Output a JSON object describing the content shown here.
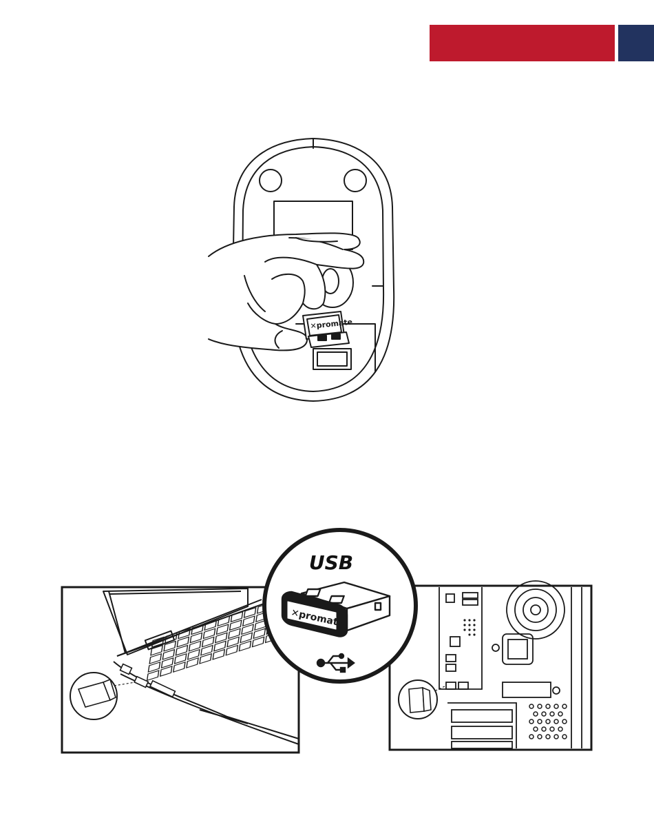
{
  "header": {
    "accent_color": "#be1a2d",
    "secondary_color": "#22335f"
  },
  "figure_top": {
    "subject": "mouse-underside-with-receiver",
    "receiver_brand": "promate"
  },
  "figure_bottom": {
    "callout_label": "USB",
    "receiver_brand": "promate",
    "usb_symbol": "usb-trident-icon"
  }
}
